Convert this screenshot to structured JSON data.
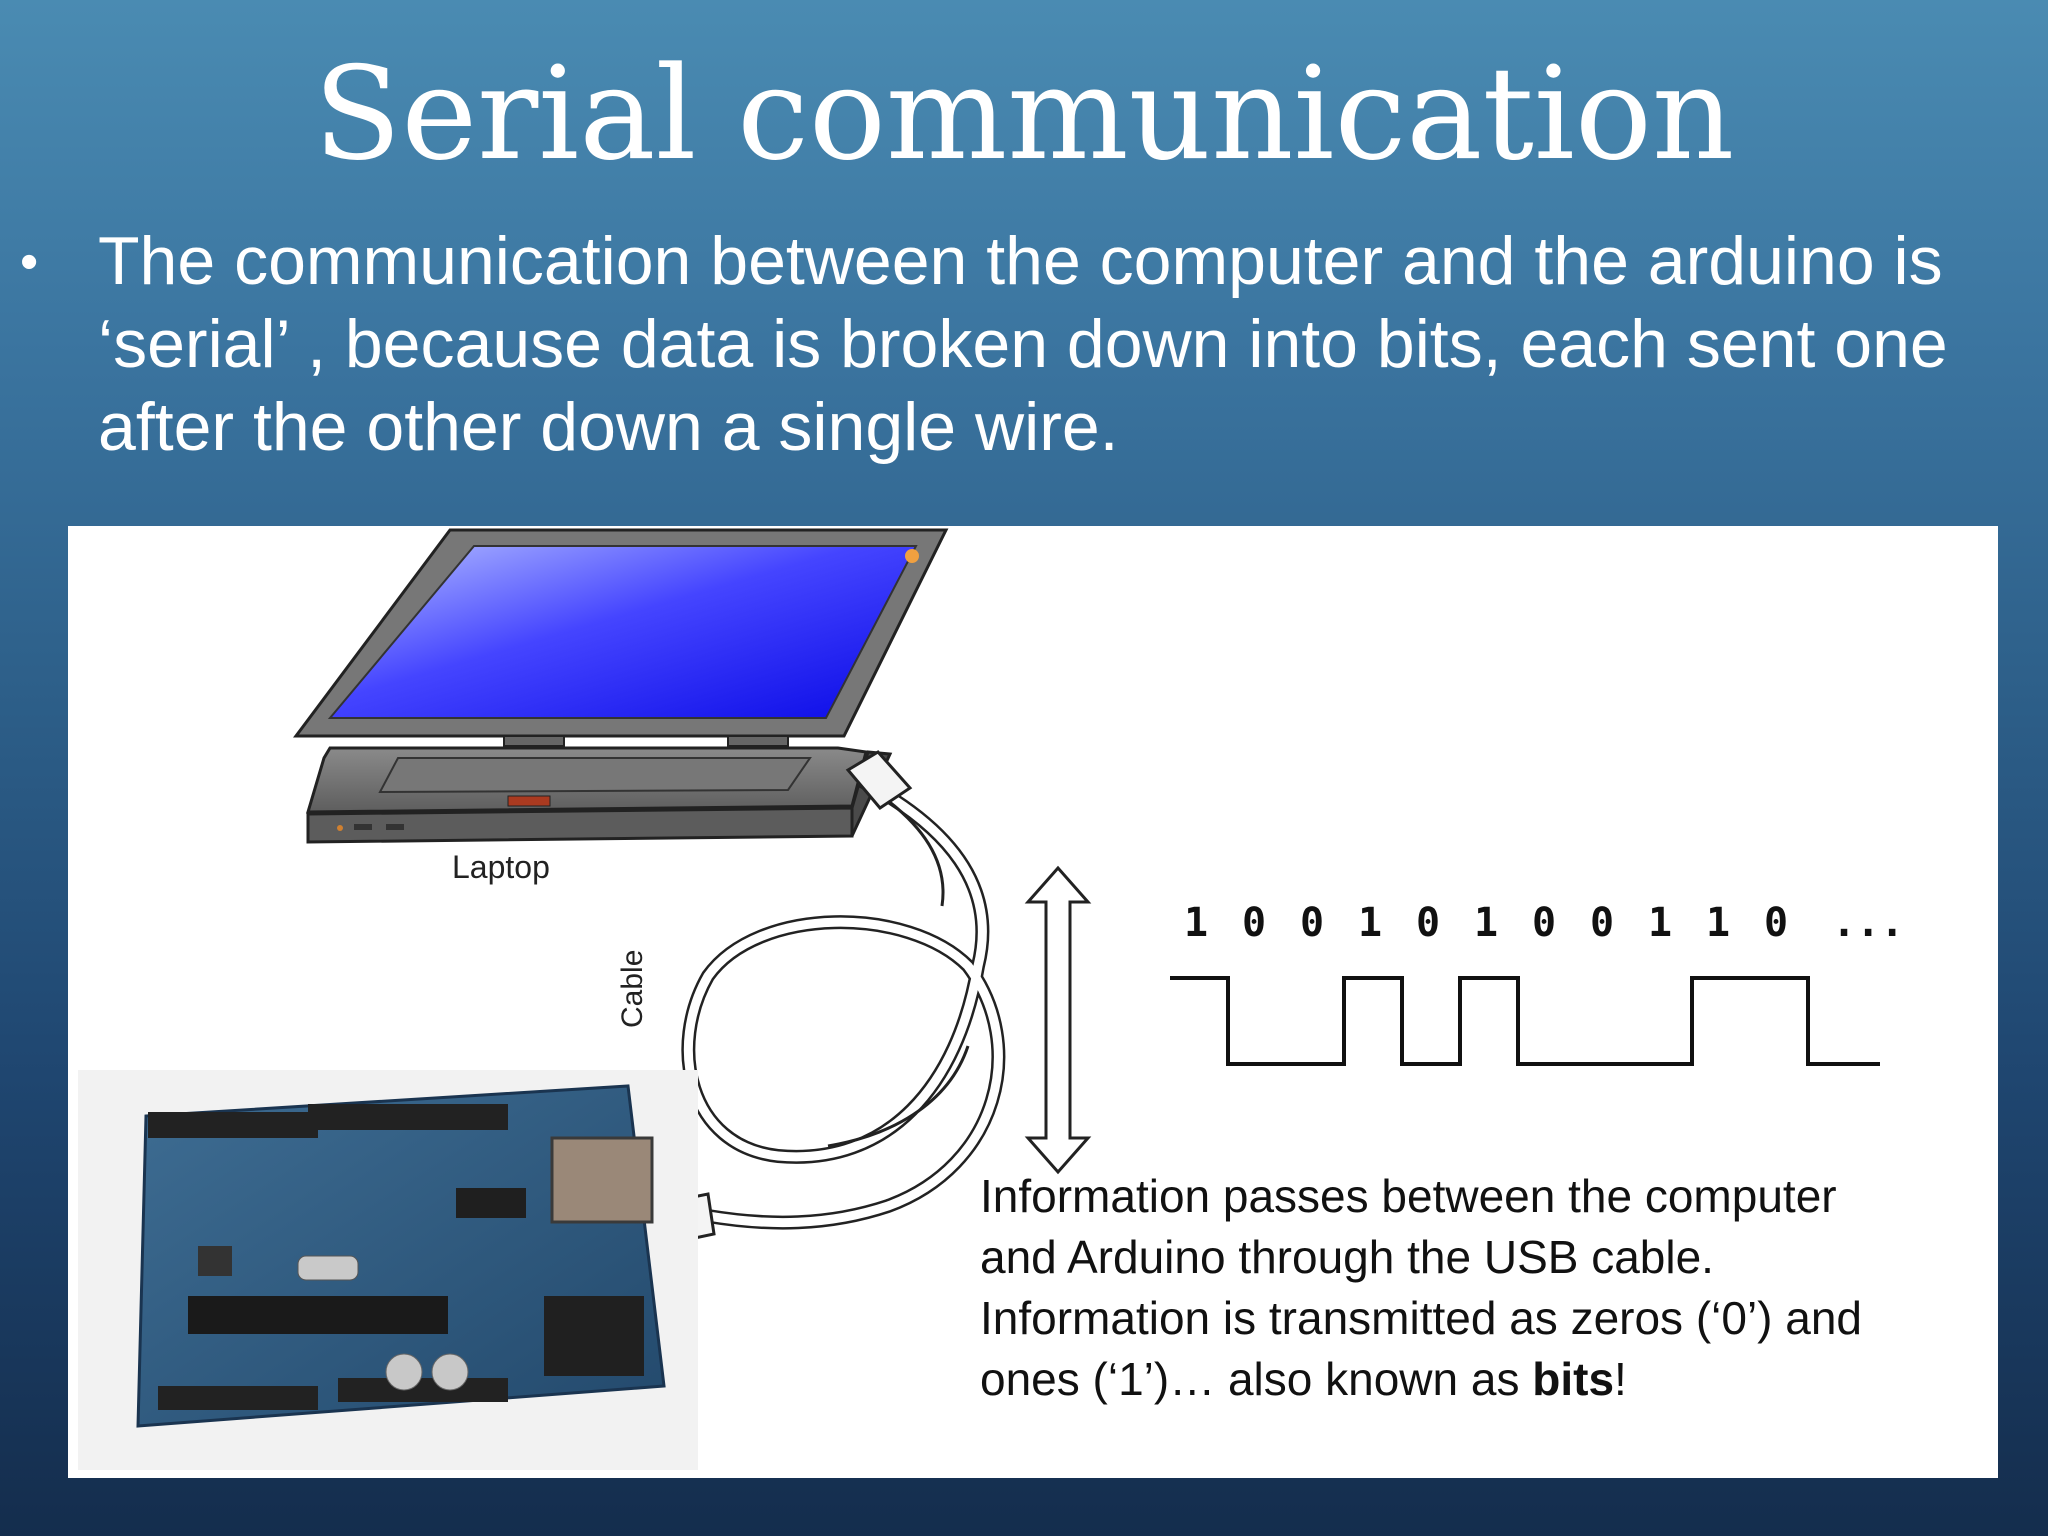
{
  "slide": {
    "title": "Serial communication",
    "bullet": {
      "symbol": "•",
      "lines": [
        "The communication between the computer and the arduino is",
        "‘serial’ , because data is broken down into bits, each sent one",
        "after the other down a single wire."
      ]
    }
  },
  "figure": {
    "laptop_label": "Laptop",
    "cable_label": "Cable",
    "bits": [
      "1",
      "0",
      "0",
      "1",
      "0",
      "1",
      "0",
      "0",
      "1",
      "1",
      "0"
    ],
    "bits_ellipsis": "...",
    "caption": {
      "line1": "Information passes between the computer",
      "line2": "and Arduino through the USB cable.",
      "line3": "Information is transmitted as zeros (‘0’) and",
      "line4_start": "ones (‘1’)… also known as ",
      "line4_bold": "bits",
      "line4_end": "!"
    }
  }
}
